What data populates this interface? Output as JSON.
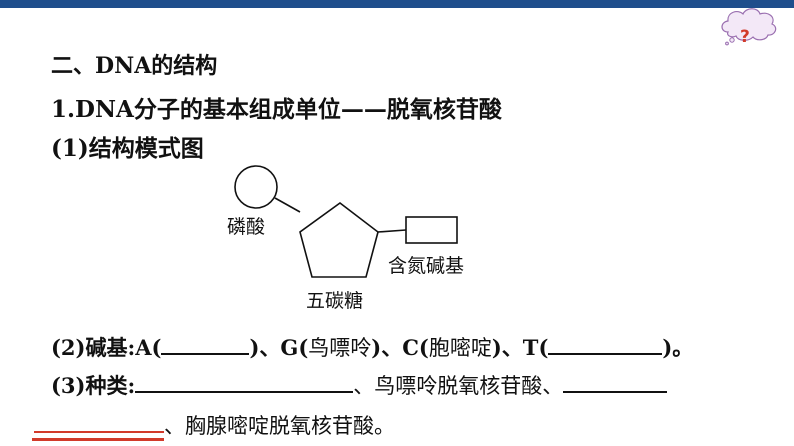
{
  "heading": "二、DNA的结构",
  "subheading": "1.DNA分子的基本组成单位——脱氧核苷酸",
  "part1": "(1)结构模式图",
  "diagram": {
    "phosphate": "磷酸",
    "sugar": "五碳糖",
    "base": "含氮碱基"
  },
  "q2": {
    "prefix": "(2)碱基:A(",
    "after_a": ")、G(",
    "g_text": "鸟嘌呤",
    "after_g": ")、C(",
    "c_text": "胞嘧啶",
    "after_c": ")、T(",
    "end": ")。"
  },
  "q3": {
    "prefix": "(3)种类:",
    "middle": "、鸟嘌呤脱氧核苷酸、",
    "end": "、胸腺嘧啶脱氧核苷酸。"
  },
  "colors": {
    "accent_bar": "#1f4e8c",
    "mark_red": "#d23a2a"
  },
  "icons": {
    "help": "cloud-question-icon"
  }
}
